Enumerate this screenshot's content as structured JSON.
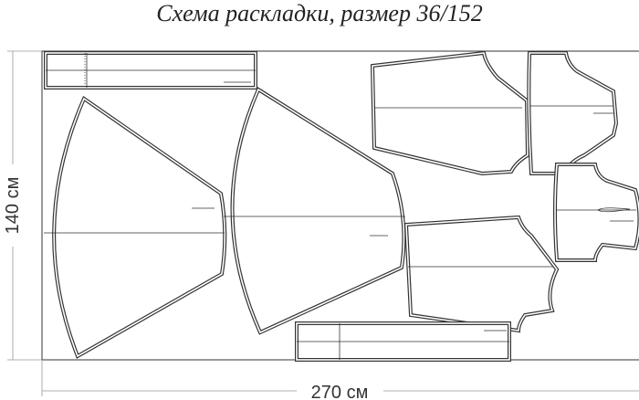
{
  "title": "Схема раскладки, размер 36/152",
  "dimensions": {
    "width_label": "270 см",
    "height_label": "140 см"
  },
  "colors": {
    "lines": "#333333",
    "dimension_lines": "#999999",
    "background": "#ffffff"
  }
}
